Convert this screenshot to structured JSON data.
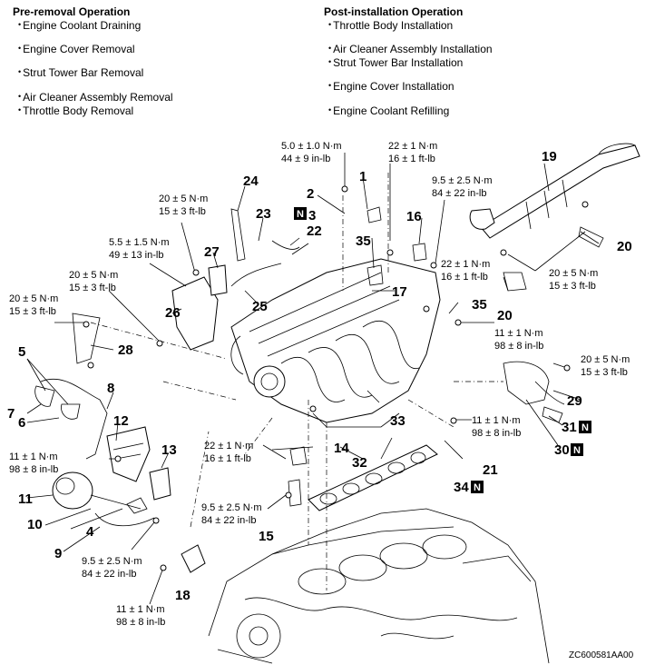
{
  "pre_removal": {
    "title": "Pre-removal Operation",
    "items": [
      "Engine Coolant Draining",
      "Engine Cover Removal",
      "Strut Tower Bar Removal",
      "Air Cleaner Assembly Removal",
      "Throttle Body Removal"
    ]
  },
  "post_installation": {
    "title": "Post-installation Operation",
    "items": [
      "Throttle Body Installation",
      "Air Cleaner Assembly Installation",
      "Strut Tower Bar Installation",
      "Engine Cover Installation",
      "Engine Coolant Refilling"
    ]
  },
  "torques": {
    "t1": [
      "5.0 ± 1.0 N·m",
      "44 ± 9 in-lb"
    ],
    "t2": [
      "22 ± 1 N·m",
      "16 ± 1 ft-lb"
    ],
    "t3": [
      "9.5 ± 2.5 N·m",
      "84 ± 22 in-lb"
    ],
    "t4": [
      "20 ± 5 N·m",
      "15 ± 3 ft-lb"
    ],
    "t5": [
      "5.5 ± 1.5 N·m",
      "49 ± 13 in-lb"
    ],
    "t6": [
      "20 ± 5 N·m",
      "15 ± 3 ft-lb"
    ],
    "t7": [
      "20 ± 5 N·m",
      "15 ± 3 ft-lb"
    ],
    "t8": [
      "22 ± 1 N·m",
      "16 ± 1 ft-lb"
    ],
    "t9": [
      "20 ± 5 N·m",
      "15 ± 3 ft-lb"
    ],
    "t10": [
      "11 ± 1 N·m",
      "98 ± 8 in-lb"
    ],
    "t11": [
      "20 ± 5 N·m",
      "15 ± 3 ft-lb"
    ],
    "t12": [
      "11 ± 1 N·m",
      "98 ± 8 in-lb"
    ],
    "t13": [
      "11 ± 1 N·m",
      "98 ± 8 in-lb"
    ],
    "t14": [
      "22 ± 1 N·m",
      "16 ± 1 ft-lb"
    ],
    "t15": [
      "9.5 ± 2.5 N·m",
      "84 ± 22 in-lb"
    ],
    "t16": [
      "9.5 ± 2.5 N·m",
      "84 ± 22 in-lb"
    ],
    "t17": [
      "11 ± 1 N·m",
      "98 ± 8 in-lb"
    ]
  },
  "parts": [
    "1",
    "2",
    "3",
    "4",
    "5",
    "6",
    "7",
    "8",
    "9",
    "10",
    "11",
    "12",
    "13",
    "14",
    "15",
    "16",
    "17",
    "18",
    "19",
    "20",
    "20",
    "21",
    "22",
    "23",
    "24",
    "25",
    "26",
    "27",
    "28",
    "29",
    "30",
    "31",
    "32",
    "33",
    "34",
    "35",
    "35"
  ],
  "new_part_badge": "N",
  "figure_code": "ZC600581AA00"
}
